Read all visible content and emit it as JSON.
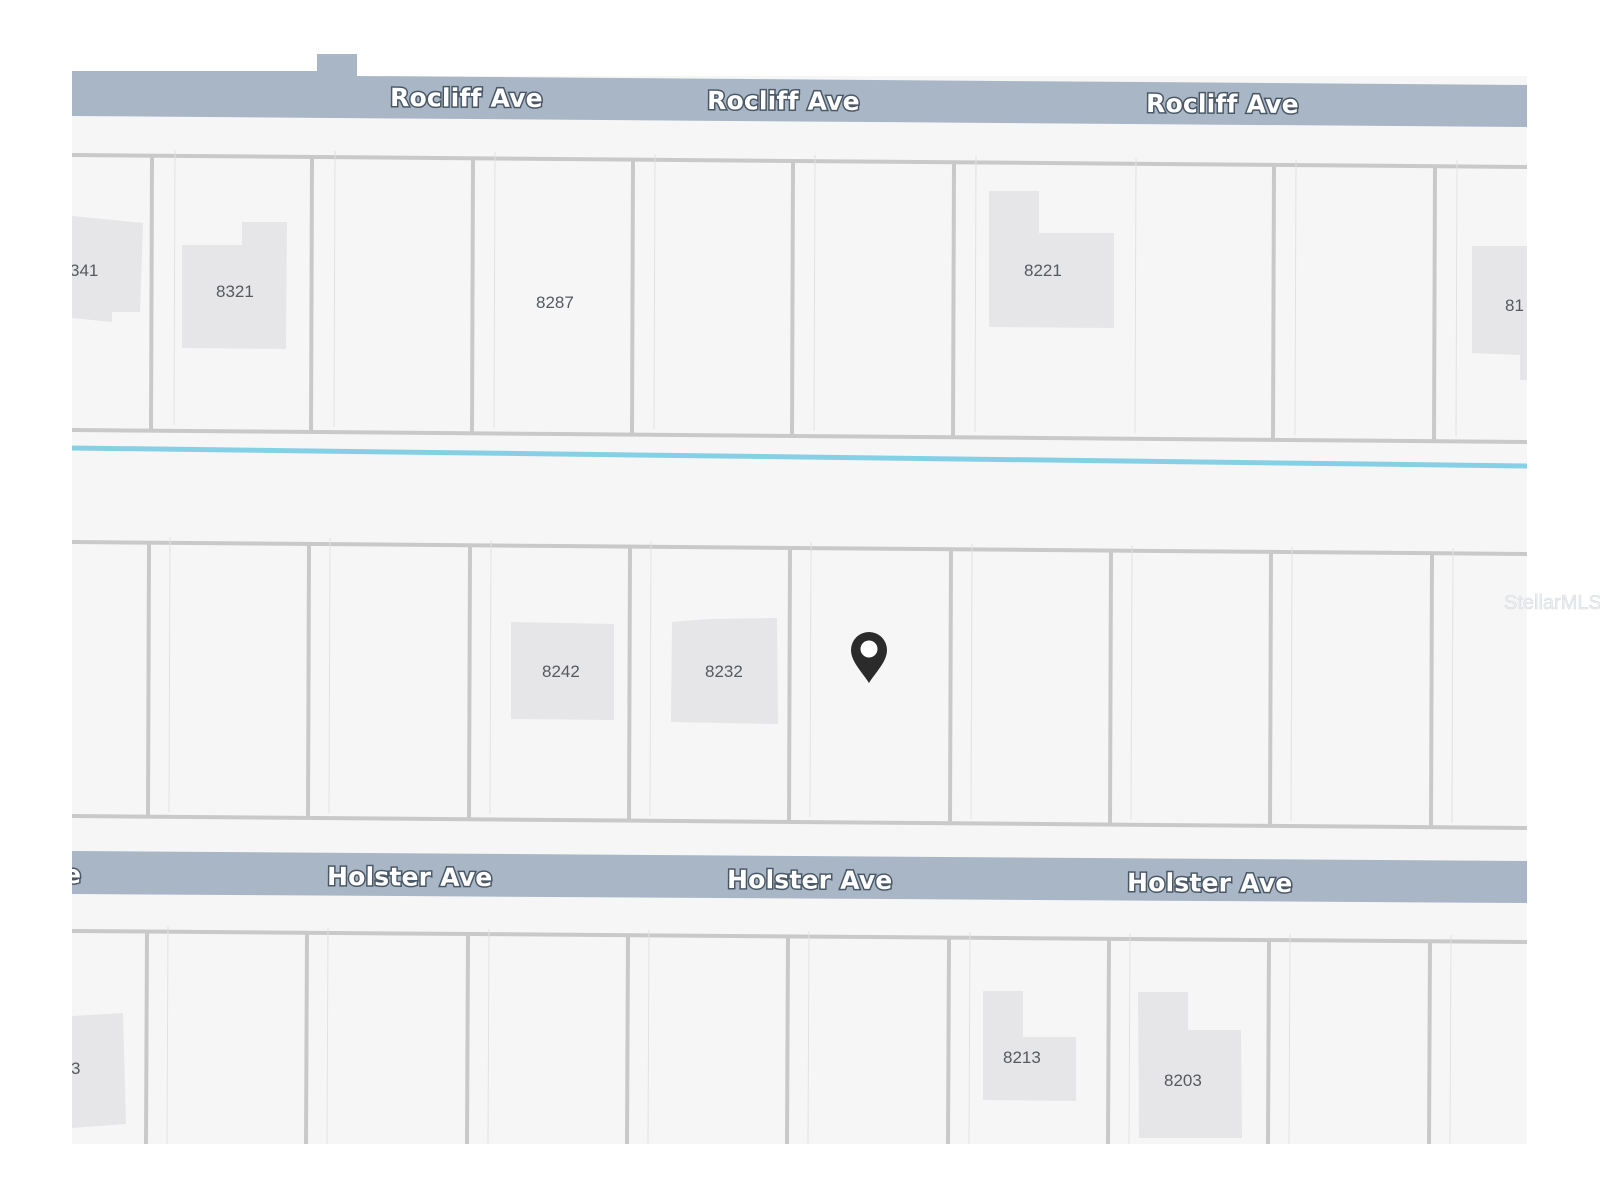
{
  "map": {
    "streets": [
      {
        "name": "Rocliff Ave",
        "labels": [
          "Rocliff Ave",
          "Rocliff Ave",
          "Rocliff Ave"
        ]
      },
      {
        "name": "Holster Ave",
        "labels": [
          "e",
          "Holster Ave",
          "Holster Ave",
          "Holster Ave"
        ]
      }
    ],
    "house_numbers": {
      "north_row": [
        "341",
        "8321",
        "8287",
        "8221",
        "81"
      ],
      "middle_row": [
        "8242",
        "8232"
      ],
      "south_row": [
        "3",
        "8213",
        "8203"
      ]
    },
    "watermark": "StellarMLS",
    "colors": {
      "background": "#f6f6f6",
      "road": "#a8b6c5",
      "lot_line": "#c9c9c9",
      "building": "#e6e6e8",
      "canal": "#86d0e6",
      "pin": "#2b2b2b"
    },
    "marker_icon": "map-pin-icon"
  }
}
